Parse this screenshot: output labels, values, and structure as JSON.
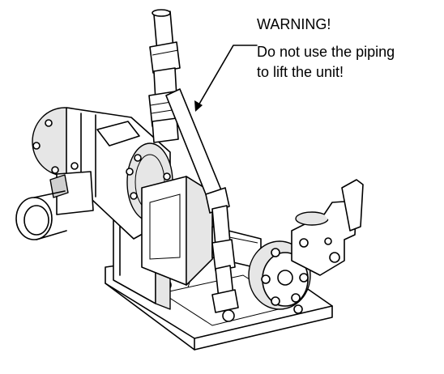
{
  "warning": {
    "title": "WARNING!",
    "line1": "Do not use the piping",
    "line2": "to lift the unit!"
  },
  "colors": {
    "line": "#000000",
    "background": "#ffffff",
    "shade": "#e6e6e6"
  }
}
